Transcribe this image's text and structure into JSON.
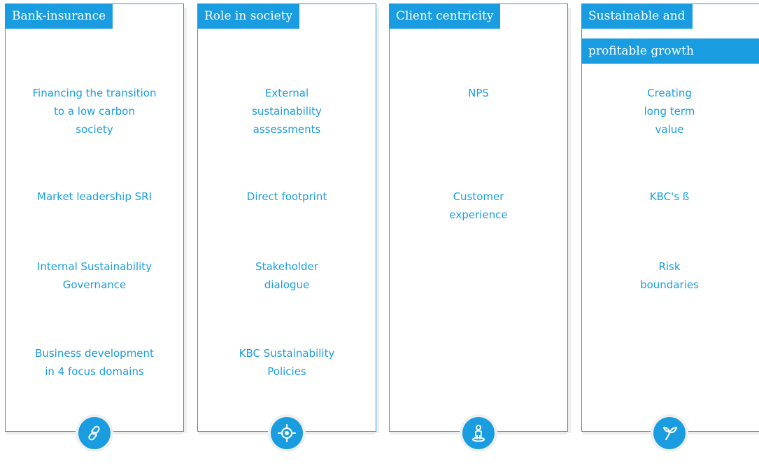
{
  "accent_color": "#1a9de0",
  "columns": [
    {
      "title": "Bank-insurance",
      "icon": "link-icon",
      "items": [
        "Financing the transition\nto a low carbon\nsociety",
        "Market leadership SRI",
        "Internal Sustainability\nGovernance",
        "Business development\nin 4 focus domains"
      ]
    },
    {
      "title": "Role in society",
      "icon": "target-icon",
      "items": [
        "External\nsustainability\nassessments",
        "Direct footprint",
        "Stakeholder\ndialogue",
        "KBC Sustainability\nPolicies"
      ]
    },
    {
      "title": "Client centricity",
      "icon": "person-icon",
      "items": [
        "NPS",
        "Customer\nexperience"
      ]
    },
    {
      "title": "Sustainable and",
      "title_line2": "profitable growth",
      "icon": "sprout-icon",
      "items": [
        "Creating\nlong term\nvalue",
        "KBC's ß",
        "Risk\nboundaries"
      ]
    }
  ]
}
